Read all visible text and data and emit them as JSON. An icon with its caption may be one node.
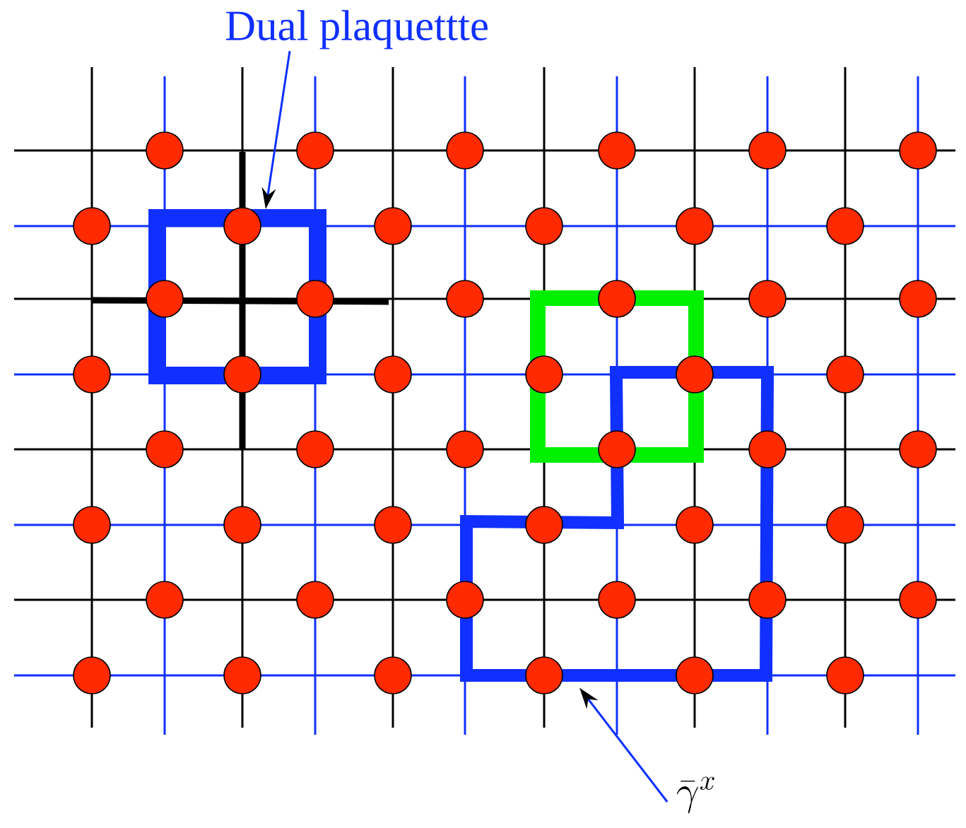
{
  "diagram": {
    "nodes": [
      {
        "text": [
          "Dual plaquettte"
        ]
      },
      {
        "text": [],
        "shape": "box"
      },
      {
        "text": [
          "\\bar{\\gamma}^{x}"
        ]
      },
      {
        "text": [],
        "shape": "polygon"
      }
    ],
    "edges": [
      {
        "from": 0,
        "to": 1,
        "arrow": "to"
      },
      {
        "from": 2,
        "to": 3,
        "arrow": "to"
      }
    ]
  }
}
